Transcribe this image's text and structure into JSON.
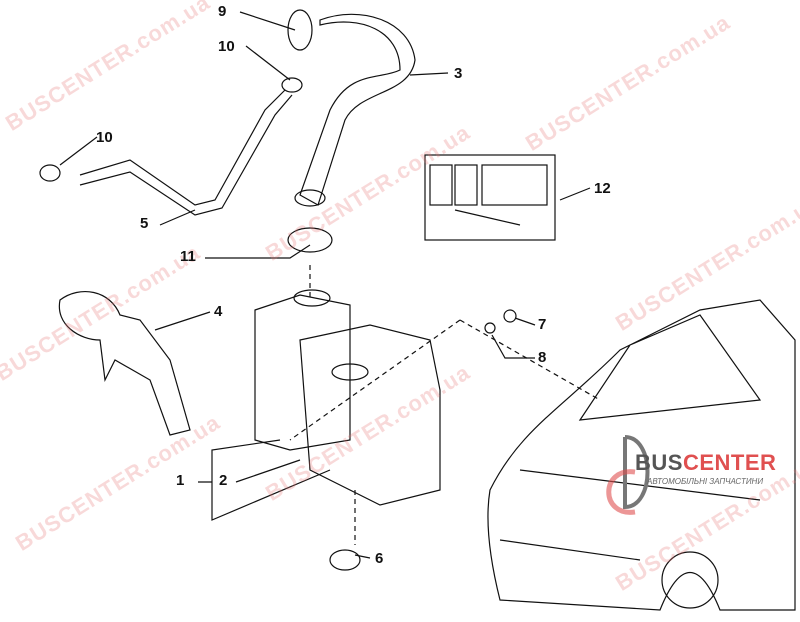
{
  "watermark": "BUSCENTER.com.ua",
  "logo": {
    "part1": "BUS",
    "part2": "CENTER",
    "subtitle": "АВТОМОБІЛЬНІ ЗАПЧАСТИНИ"
  },
  "callouts": [
    {
      "id": "c9",
      "label": "9"
    },
    {
      "id": "c10a",
      "label": "10"
    },
    {
      "id": "c3",
      "label": "3"
    },
    {
      "id": "c10b",
      "label": "10"
    },
    {
      "id": "c5",
      "label": "5"
    },
    {
      "id": "c12",
      "label": "12"
    },
    {
      "id": "c11",
      "label": "11"
    },
    {
      "id": "c4",
      "label": "4"
    },
    {
      "id": "c7",
      "label": "7"
    },
    {
      "id": "c8",
      "label": "8"
    },
    {
      "id": "c1",
      "label": "1"
    },
    {
      "id": "c2",
      "label": "2"
    },
    {
      "id": "c6",
      "label": "6"
    }
  ],
  "colors": {
    "line": "#111111",
    "watermark": "#e67878",
    "logo_red": "#e05050",
    "logo_grey": "#555555"
  }
}
